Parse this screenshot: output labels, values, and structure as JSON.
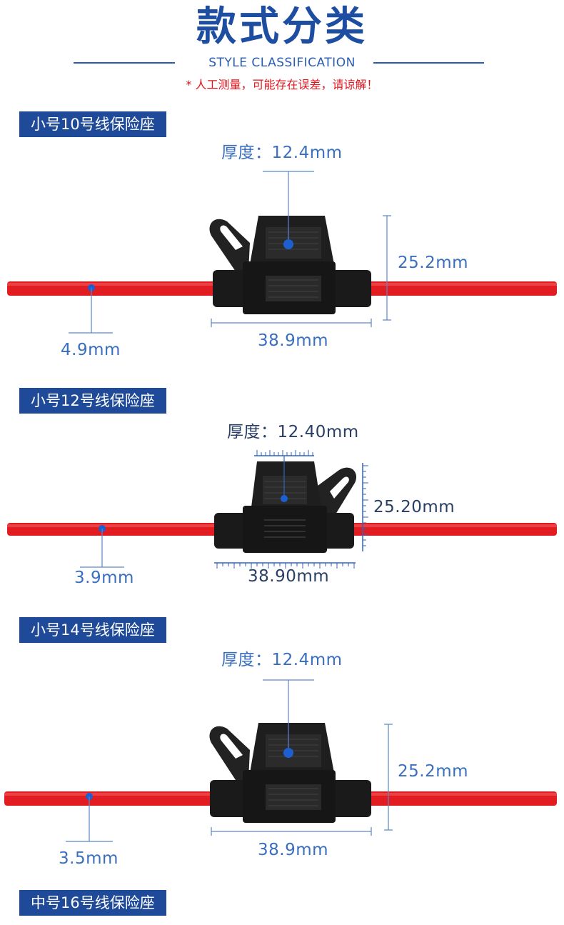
{
  "header": {
    "title": "款式分类",
    "subtitle": "STYLE CLASSIFICATION",
    "note": "* 人工测量，可能存在误差，请谅解！"
  },
  "colors": {
    "brand_blue": "#1f4a9a",
    "dimension_blue": "#3a6fc0",
    "wire_red": "#e21d22",
    "note_red": "#e0161d",
    "holder_black": "#1a1a1a"
  },
  "sections": [
    {
      "label": "小号10号线保险座",
      "thickness": "厚度：12.4mm",
      "height": "25.2mm",
      "width": "38.9mm",
      "wire_diameter": "4.9mm"
    },
    {
      "label": "小号12号线保险座",
      "thickness": "厚度：12.40mm",
      "height": "25.20mm",
      "width": "38.90mm",
      "wire_diameter": "3.9mm"
    },
    {
      "label": "小号14号线保险座",
      "thickness": "厚度：12.4mm",
      "height": "25.2mm",
      "width": "38.9mm",
      "wire_diameter": "3.5mm"
    },
    {
      "label": "中号16号线保险座"
    }
  ]
}
